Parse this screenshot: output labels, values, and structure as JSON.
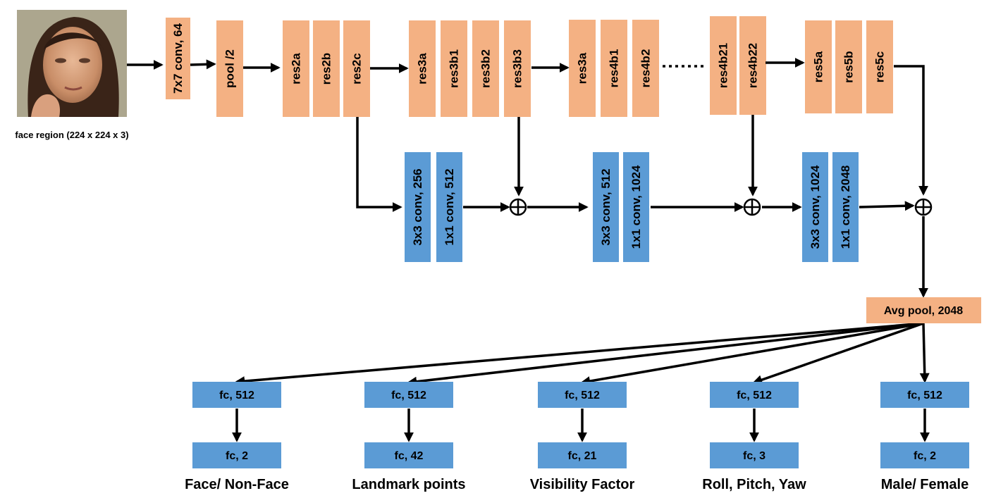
{
  "input": {
    "image": "face-photo",
    "caption": "face region (224 x 224 x 3)"
  },
  "backbone": [
    "7x7 conv, 64",
    "pool /2",
    "res2a",
    "res2b",
    "res2c",
    "res3a",
    "res3b1",
    "res3b2",
    "res3b3",
    "res3a",
    "res4b1",
    "res4b2",
    "res4b21",
    "res4b22",
    "res5a",
    "res5b",
    "res5c"
  ],
  "branches": [
    [
      "3x3 conv, 256",
      "1x1 conv, 512"
    ],
    [
      "3x3 conv, 512",
      "1x1 conv, 1024"
    ],
    [
      "3x3 conv, 1024",
      "1x1 conv, 2048"
    ]
  ],
  "pool": "Avg pool, 2048",
  "heads": [
    {
      "fc1": "fc, 512",
      "fc2": "fc, 2",
      "label": "Face/ Non-Face"
    },
    {
      "fc1": "fc, 512",
      "fc2": "fc, 42",
      "label": "Landmark points"
    },
    {
      "fc1": "fc, 512",
      "fc2": "fc, 21",
      "label": "Visibility Factor"
    },
    {
      "fc1": "fc, 512",
      "fc2": "fc, 3",
      "label": "Roll, Pitch, Yaw"
    },
    {
      "fc1": "fc, 512",
      "fc2": "fc, 2",
      "label": "Male/ Female"
    }
  ],
  "colors": {
    "layer": "#f4b183",
    "branch": "#5b9bd5",
    "edge": "#000000"
  }
}
